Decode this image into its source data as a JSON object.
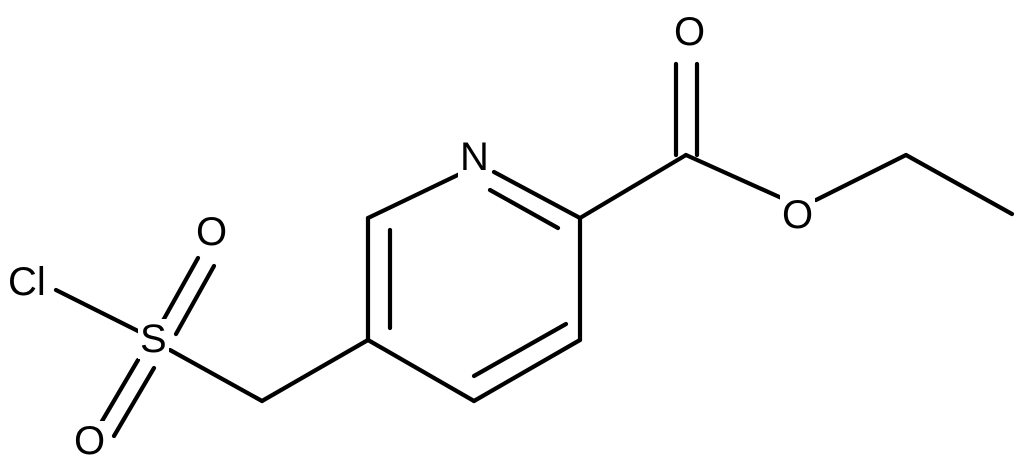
{
  "molecule": {
    "atoms": {
      "carbonyl_oxygen": "O",
      "ring_nitrogen": "N",
      "ester_oxygen": "O",
      "sulfonyl_oxygen_top": "O",
      "chlorine": "Cl",
      "sulfur": "S",
      "sulfonyl_oxygen_bottom": "O"
    }
  }
}
